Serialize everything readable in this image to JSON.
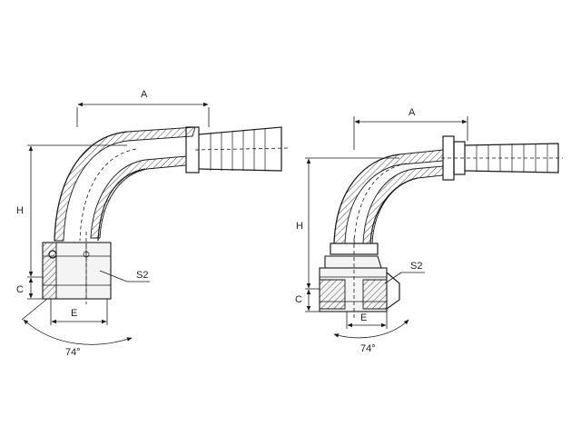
{
  "diagram": {
    "left_fitting": {
      "labels": {
        "a": "A",
        "h": "H",
        "c": "C",
        "e": "E",
        "s2": "S2",
        "angle": "74°"
      }
    },
    "right_fitting": {
      "labels": {
        "a": "A",
        "h": "H",
        "c": "C",
        "e": "E",
        "s2": "S2",
        "angle": "74°"
      }
    }
  }
}
